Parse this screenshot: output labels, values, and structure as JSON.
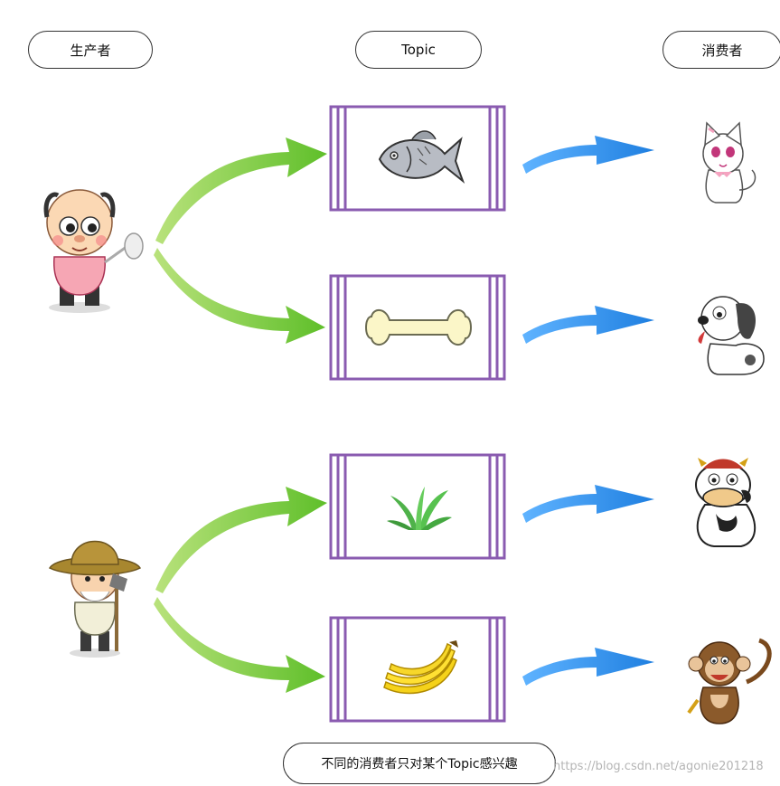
{
  "headers": {
    "producer": "生产者",
    "topic": "Topic",
    "consumer": "消费者"
  },
  "topics": [
    {
      "content_icon": "fish-icon",
      "consumer_icon": "cat-icon"
    },
    {
      "content_icon": "bone-icon",
      "consumer_icon": "dog-icon"
    },
    {
      "content_icon": "grass-icon",
      "consumer_icon": "cow-icon"
    },
    {
      "content_icon": "banana-icon",
      "consumer_icon": "monkey-icon"
    }
  ],
  "producers": [
    {
      "icon": "old-man-producer-icon"
    },
    {
      "icon": "farmer-producer-icon"
    }
  ],
  "footer_note": "不同的消费者只对某个Topic感兴趣",
  "watermark": "https://blog.csdn.net/agonie201218",
  "colors": {
    "producer_arrow": "#7ac943",
    "consumer_arrow": "#2b8fe8",
    "topic_border": "#8a5bb0"
  }
}
